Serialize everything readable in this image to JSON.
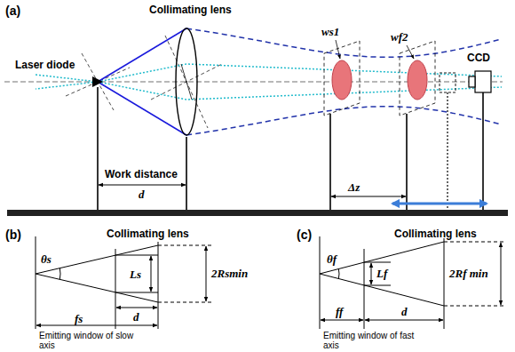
{
  "diagram": {
    "labels": [
      "(a)",
      "Collimating lens",
      "Laser diode",
      "ws1",
      "wf2",
      "CCD",
      "Work distance",
      "d",
      "Δz",
      "(b)",
      "Collimating lens",
      "θs",
      "Ls",
      "2Rsmin",
      "fs",
      "d",
      "Emitting window of slow axis",
      "(c)",
      "Collimating lens",
      "θf",
      "Lf",
      "2Rf min",
      "ff",
      "d",
      "Emitting window of fast axis"
    ]
  }
}
